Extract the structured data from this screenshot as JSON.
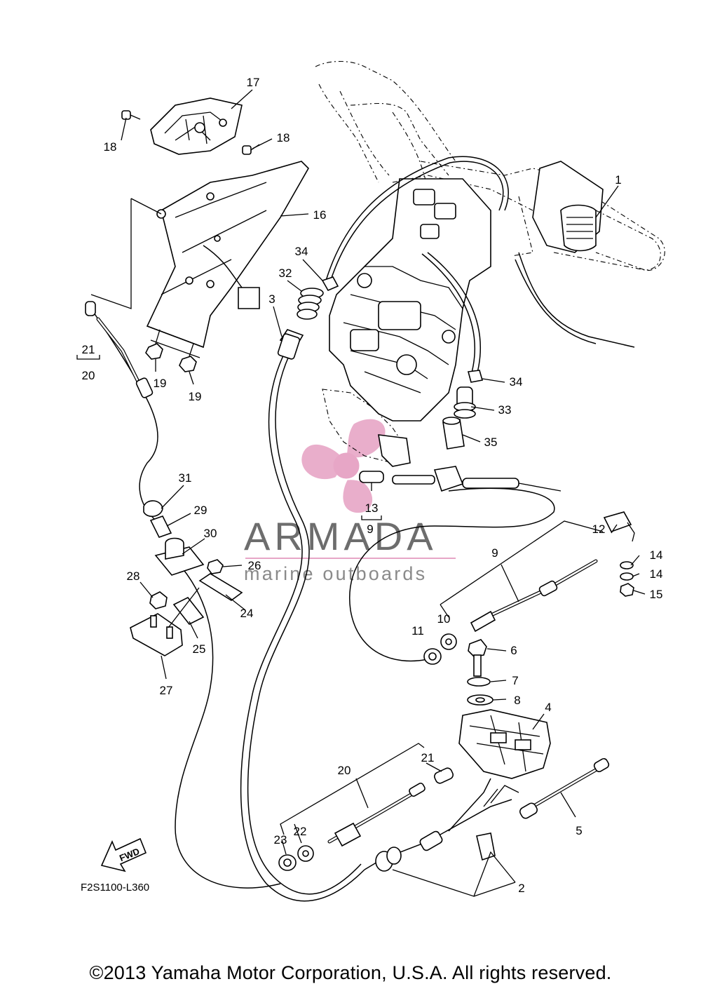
{
  "figure_code": "F2S1100-L360",
  "watermark": {
    "title": "ARMADA",
    "subtitle": "marine outboards",
    "pink": "#e7a6c6",
    "gray": "#6d6d6d"
  },
  "fwd_label": "FWD",
  "copyright": "©2013 Yamaha Motor Corporation, U.S.A. All rights reserved.",
  "callouts": {
    "c1": "1",
    "c2": "2",
    "c3": "3",
    "c4": "4",
    "c5": "5",
    "c6": "6",
    "c7": "7",
    "c8": "8",
    "c9a": "9",
    "c9b": "9",
    "c10": "10",
    "c11": "11",
    "c12": "12",
    "c13": "13",
    "c14a": "14",
    "c14b": "14",
    "c15": "15",
    "c16": "16",
    "c17": "17",
    "c18a": "18",
    "c18b": "18",
    "c19a": "19",
    "c19b": "19",
    "c20a": "20",
    "c20b": "20",
    "c21a": "21",
    "c21b": "21",
    "c22": "22",
    "c23": "23",
    "c24": "24",
    "c25": "25",
    "c26": "26",
    "c27": "27",
    "c28": "28",
    "c29": "29",
    "c30": "30",
    "c31": "31",
    "c32": "32",
    "c33": "33",
    "c34a": "34",
    "c34b": "34",
    "c35": "35"
  }
}
